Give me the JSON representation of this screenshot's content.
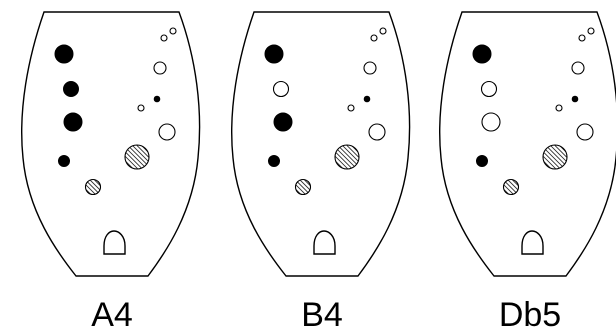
{
  "fingerings": [
    {
      "note": "A4",
      "holes": {
        "l1": "filled",
        "l2": "filled",
        "l3": "filled",
        "l4": "filled",
        "l5": "half",
        "r_tiny_a": "open",
        "r_tiny_b": "open",
        "r1": "open",
        "r_small": "open",
        "r_dot": "filled",
        "r2": "open",
        "r3": "half"
      }
    },
    {
      "note": "B4",
      "holes": {
        "l1": "filled",
        "l2": "open",
        "l3": "filled",
        "l4": "filled",
        "l5": "half",
        "r_tiny_a": "open",
        "r_tiny_b": "open",
        "r1": "open",
        "r_small": "open",
        "r_dot": "filled",
        "r2": "open",
        "r3": "half"
      }
    },
    {
      "note": "Db5",
      "holes": {
        "l1": "filled",
        "l2": "open",
        "l3": "open",
        "l4": "filled",
        "l5": "half",
        "r_tiny_a": "open",
        "r_tiny_b": "open",
        "r1": "open",
        "r_small": "open",
        "r_dot": "filled",
        "r2": "open",
        "r3": "half"
      }
    }
  ]
}
